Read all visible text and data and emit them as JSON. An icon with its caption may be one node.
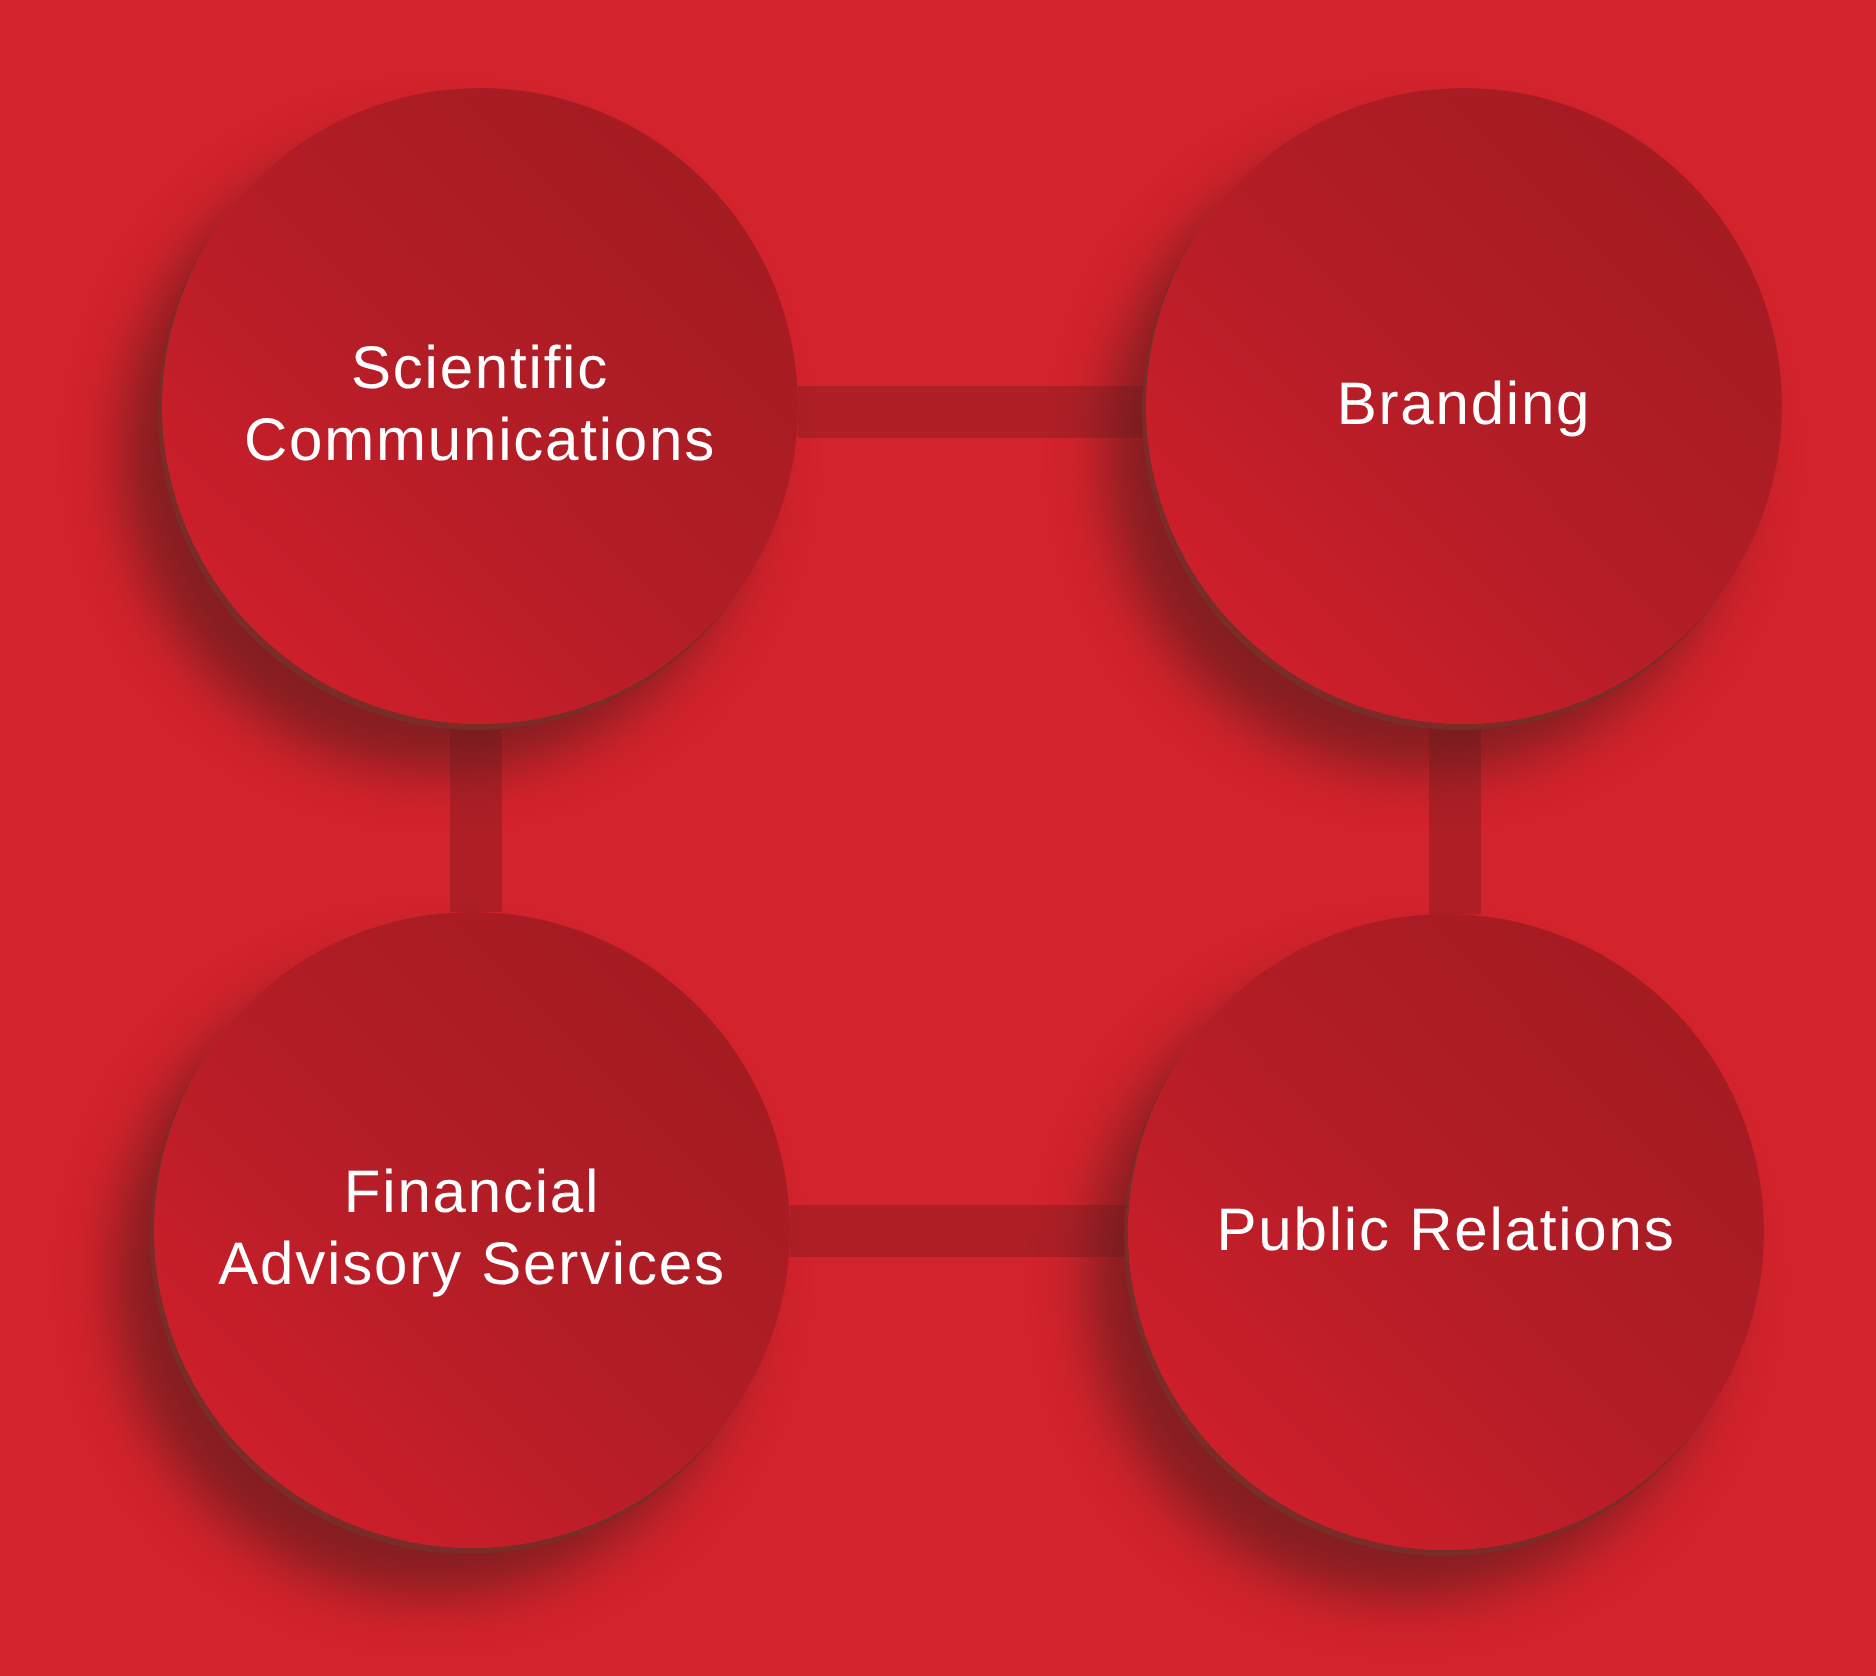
{
  "diagram": {
    "nodes": [
      {
        "text": [
          "Scientific Communications"
        ]
      },
      {
        "text": [
          "Branding"
        ]
      },
      {
        "text": [
          "Financial Advisory Services"
        ]
      },
      {
        "text": [
          "Public Relations"
        ]
      }
    ],
    "edges": [
      {
        "from": 0,
        "to": 1,
        "arrow": "none"
      },
      {
        "from": 0,
        "to": 2,
        "arrow": "none"
      },
      {
        "from": 1,
        "to": 3,
        "arrow": "none"
      },
      {
        "from": 2,
        "to": 3,
        "arrow": "none"
      }
    ]
  }
}
